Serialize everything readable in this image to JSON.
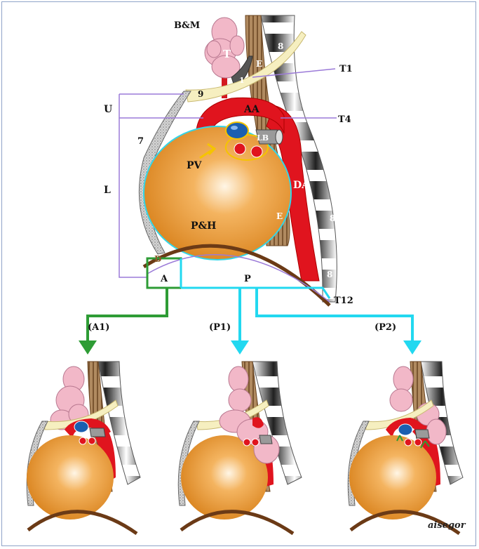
{
  "labels": {
    "bm": "B&M",
    "t": "T",
    "e_top": "E",
    "e_mid": "E",
    "rib1": "1",
    "rib9": "9",
    "rib7": "7",
    "v8": "8",
    "t1": "T1",
    "t4": "T4",
    "t12": "T12",
    "u": "U",
    "l": "L",
    "aa": "AA",
    "lb": "LB",
    "pv": "PV",
    "da": "DA",
    "ph": "P&H",
    "d": "D",
    "a": "A",
    "p": "P",
    "a1": "(A1)",
    "p1": "(P1)",
    "p2": "(P2)",
    "signature": "aisegor"
  },
  "colors": {
    "aorta": "#e0141e",
    "heart": "#f0a040",
    "thymus": "#f2b8c8",
    "esophagus": "#a07850",
    "rib": "#f6efc0",
    "diaphragm": "#6b3a16",
    "vein": "#1b5fb0",
    "artery_dot": "#e0141e",
    "bracket_purple": "#9b7ad8",
    "arrow_green": "#2e9c35",
    "arrow_cyan": "#22d8f0",
    "pv_arrow": "#f5c400"
  }
}
